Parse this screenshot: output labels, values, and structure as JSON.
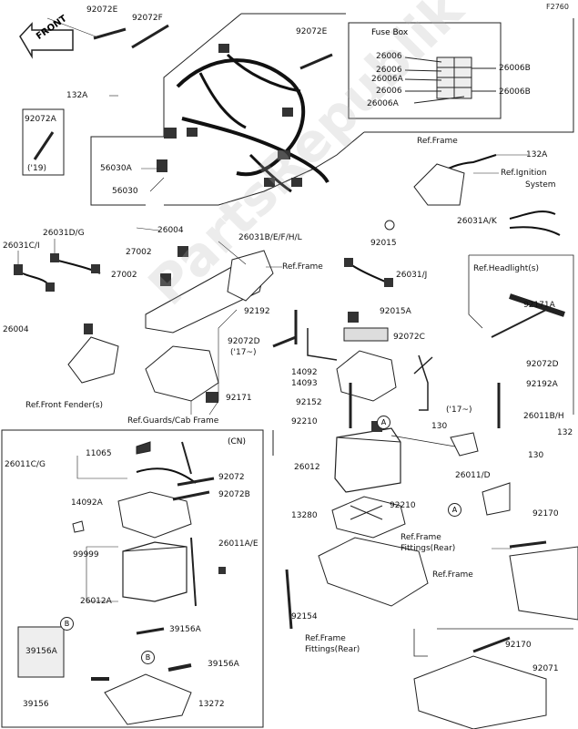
{
  "diagram_code": "F2760",
  "front_label": "FRONT",
  "watermark": "PartsRepublik",
  "fuse_box": {
    "title": "Fuse Box",
    "labels": [
      "26006",
      "26006",
      "26006A",
      "26006",
      "26006A",
      "26006B",
      "26006B"
    ]
  },
  "labels": {
    "p92072E_a": "92072E",
    "p92072F": "92072F",
    "p92072E_b": "92072E",
    "p132A_a": "132A",
    "p92072A": "92072A",
    "p19": "('19)",
    "p56030A": "56030A",
    "p56030": "56030",
    "p26004_a": "26004",
    "ref_frame_a": "Ref.Frame",
    "p132A_b": "132A",
    "ref_ignition": "Ref.Ignition",
    "system": "System",
    "p26031A_K": "26031A/K",
    "p26031D_G": "26031D/G",
    "p26031C_I": "26031C/I",
    "p27002_a": "27002",
    "p27002_b": "27002",
    "p26031B": "26031B/E/F/H/L",
    "p92015": "92015",
    "ref_frame_b": "Ref.Frame",
    "p26031J": "26031/J",
    "ref_headlight": "Ref.Headlight(s)",
    "p92171A": "92171A",
    "p92192": "92192",
    "p92015A": "92015A",
    "p26004_b": "26004",
    "p92072D_a": "92072D",
    "p17_a": "('17~)",
    "p92072C": "92072C",
    "p92072D_b": "92072D",
    "p92192A": "92192A",
    "p14092": "14092",
    "p14093": "14093",
    "p17_b": "('17~)",
    "ref_front_fender": "Ref.Front Fender(s)",
    "p92171": "92171",
    "p92152": "92152",
    "p130_a": "130",
    "p26011B_H": "26011B/H",
    "p132_a": "132",
    "ref_guards": "Ref.Guards/Cab Frame",
    "p92210_a": "92210",
    "cn": "(CN)",
    "p26011C_G": "26011C/G",
    "p11065": "11065",
    "p26012": "26012",
    "p130_b": "130",
    "p26011D": "26011/D",
    "p92072": "92072",
    "p92072B": "92072B",
    "p92210_b": "92210",
    "p14092A": "14092A",
    "p13280": "13280",
    "p92170_a": "92170",
    "ref_frame_fittings_a": "Ref.Frame",
    "fittings_rear_a": "Fittings(Rear)",
    "p99999": "99999",
    "p26011A_E": "26011A/E",
    "ref_frame_c": "Ref.Frame",
    "p26012A": "26012A",
    "p92154": "92154",
    "p39156A_a": "39156A",
    "ref_frame_fittings_b": "Ref.Frame",
    "fittings_rear_b": "Fittings(Rear)",
    "p92170_b": "92170",
    "p39156A_b": "39156A",
    "p39156A_c": "39156A",
    "p92071": "92071",
    "p39156": "39156",
    "p13272": "13272",
    "circle_a1": "A",
    "circle_a2": "A",
    "circle_b1": "B",
    "circle_b2": "B"
  }
}
